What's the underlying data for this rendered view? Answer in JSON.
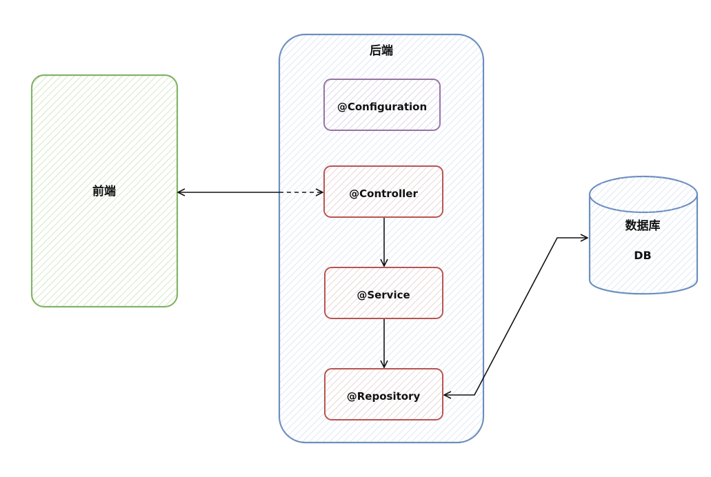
{
  "frontend": {
    "label": "前端",
    "stroke": "#82b366",
    "hatch": "#b9d8a0"
  },
  "backend": {
    "label": "后端",
    "stroke": "#6c8ebf",
    "hatch": "#c9d8ee"
  },
  "components": [
    {
      "id": "configuration",
      "label": "@Configuration",
      "stroke": "#9673a6",
      "hatch": "#d9c7e6"
    },
    {
      "id": "controller",
      "label": "@Controller",
      "stroke": "#b85450",
      "hatch": "#efc7c4"
    },
    {
      "id": "service",
      "label": "@Service",
      "stroke": "#b85450",
      "hatch": "#efc7c4"
    },
    {
      "id": "repository",
      "label": "@Repository",
      "stroke": "#b85450",
      "hatch": "#efc7c4"
    }
  ],
  "database": {
    "label": "数据库",
    "sublabel": "DB",
    "stroke": "#6c8ebf",
    "hatch": "#c9d8ee"
  },
  "edge_color": "#111111"
}
